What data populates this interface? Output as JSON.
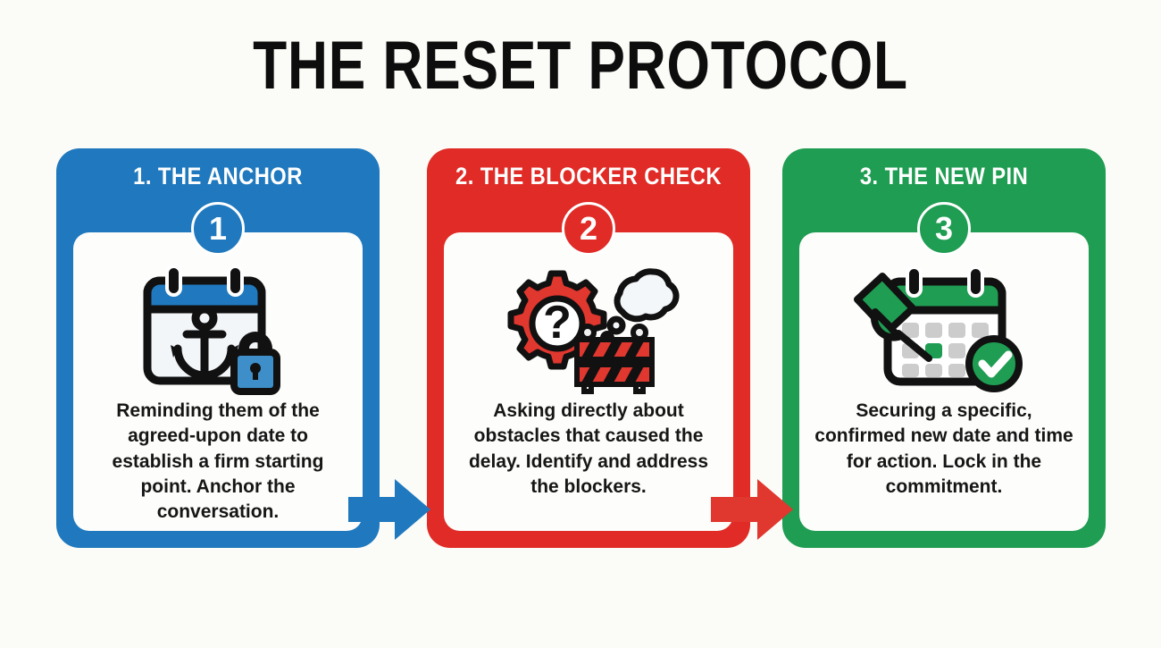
{
  "title": "THE RESET PROTOCOL",
  "background_color": "#fbfbf7",
  "cards": [
    {
      "header": "1. THE ANCHOR",
      "number": "1",
      "color": "#2079be",
      "icon": "calendar-anchor-lock-icon",
      "description": "Reminding them of the agreed-upon date to establish a firm starting point. Anchor the conversation."
    },
    {
      "header": "2. THE BLOCKER CHECK",
      "number": "2",
      "color": "#e02b26",
      "icon": "gear-question-barrier-icon",
      "description": "Asking directly about obstacles that caused the delay. Identify and address the blockers."
    },
    {
      "header": "3. THE NEW PIN",
      "number": "3",
      "color": "#1f9d52",
      "icon": "calendar-pushpin-check-icon",
      "description": "Securing a specific, confirmed new date and time for action. Lock in the commitment."
    }
  ],
  "arrows": [
    {
      "name": "arrow-step-1-to-2",
      "color": "#2079be"
    },
    {
      "name": "arrow-step-2-to-3",
      "color": "#e02b26"
    }
  ]
}
